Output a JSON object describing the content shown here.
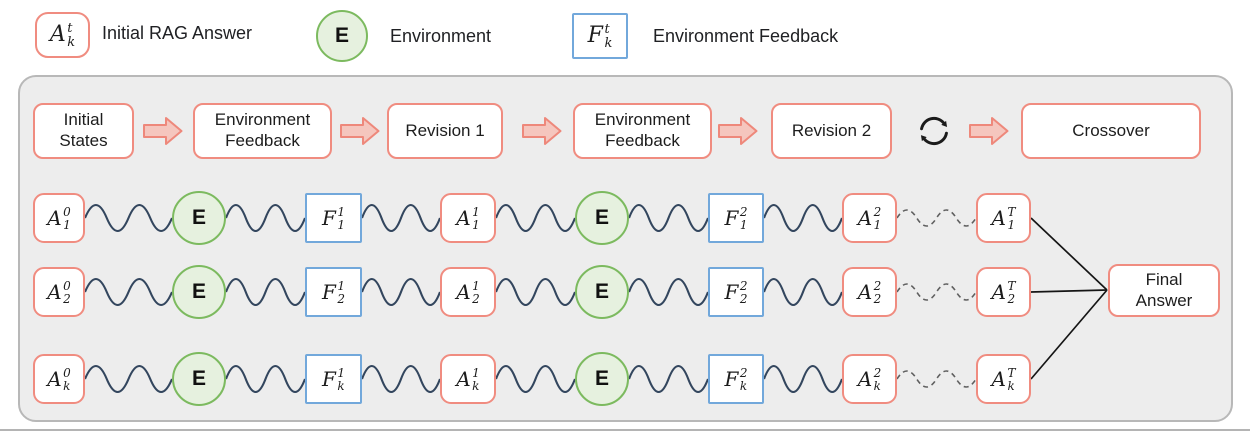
{
  "colors": {
    "answer_border": "#f08c80",
    "feedback_border": "#72a8db",
    "env_border": "#7cba5f",
    "env_fill": "#e6f1df",
    "arrow_fill": "#f5c6be",
    "arrow_border": "#ee887b",
    "panel_bg": "#ededed",
    "wave_line": "#33465e",
    "dashed_line": "#5f5f5f"
  },
  "legend": {
    "items": [
      {
        "symbol": {
          "letter": "A",
          "sup": "t",
          "sub": "k"
        },
        "label": "Initial RAG Answer"
      },
      {
        "symbol": {
          "letter": "E"
        },
        "label": "Environment"
      },
      {
        "symbol": {
          "letter": "F",
          "sup": "t",
          "sub": "k"
        },
        "label": "Environment Feedback"
      }
    ]
  },
  "pipeline": {
    "stages": [
      {
        "label": "Initial States"
      },
      {
        "label": "Environment Feedback"
      },
      {
        "label": "Revision 1"
      },
      {
        "label": "Environment Feedback"
      },
      {
        "label": "Revision 2"
      },
      {
        "label": "Crossover"
      }
    ],
    "cycle_icon": "iteration-loop"
  },
  "chains": [
    {
      "nodes": [
        {
          "type": "answer",
          "letter": "A",
          "sup": "0",
          "sub": "1"
        },
        {
          "type": "env",
          "letter": "E"
        },
        {
          "type": "feedback",
          "letter": "F",
          "sup": "1",
          "sub": "1"
        },
        {
          "type": "answer",
          "letter": "A",
          "sup": "1",
          "sub": "1"
        },
        {
          "type": "env",
          "letter": "E"
        },
        {
          "type": "feedback",
          "letter": "F",
          "sup": "2",
          "sub": "1"
        },
        {
          "type": "answer",
          "letter": "A",
          "sup": "2",
          "sub": "1"
        },
        {
          "type": "answer",
          "letter": "A",
          "sup": "T",
          "sub": "1"
        }
      ]
    },
    {
      "nodes": [
        {
          "type": "answer",
          "letter": "A",
          "sup": "0",
          "sub": "2"
        },
        {
          "type": "env",
          "letter": "E"
        },
        {
          "type": "feedback",
          "letter": "F",
          "sup": "1",
          "sub": "2"
        },
        {
          "type": "answer",
          "letter": "A",
          "sup": "1",
          "sub": "2"
        },
        {
          "type": "env",
          "letter": "E"
        },
        {
          "type": "feedback",
          "letter": "F",
          "sup": "2",
          "sub": "2"
        },
        {
          "type": "answer",
          "letter": "A",
          "sup": "2",
          "sub": "2"
        },
        {
          "type": "answer",
          "letter": "A",
          "sup": "T",
          "sub": "2"
        }
      ]
    },
    {
      "nodes": [
        {
          "type": "answer",
          "letter": "A",
          "sup": "0",
          "sub": "k"
        },
        {
          "type": "env",
          "letter": "E"
        },
        {
          "type": "feedback",
          "letter": "F",
          "sup": "1",
          "sub": "k"
        },
        {
          "type": "answer",
          "letter": "A",
          "sup": "1",
          "sub": "k"
        },
        {
          "type": "env",
          "letter": "E"
        },
        {
          "type": "feedback",
          "letter": "F",
          "sup": "2",
          "sub": "k"
        },
        {
          "type": "answer",
          "letter": "A",
          "sup": "2",
          "sub": "k"
        },
        {
          "type": "answer",
          "letter": "A",
          "sup": "T",
          "sub": "k"
        }
      ]
    }
  ],
  "final_answer": {
    "label": "Final Answer"
  }
}
